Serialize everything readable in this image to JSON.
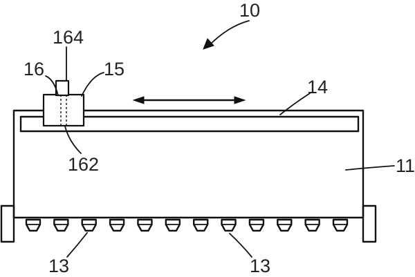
{
  "labels": {
    "device": "10",
    "carrier_top": "164",
    "sensor": "16",
    "carriage": "15",
    "rail": "14",
    "sensor_bottom": "162",
    "body": "11",
    "nozzle_left": "13",
    "nozzle_right": "13"
  },
  "nozzles": {
    "count": 12
  }
}
